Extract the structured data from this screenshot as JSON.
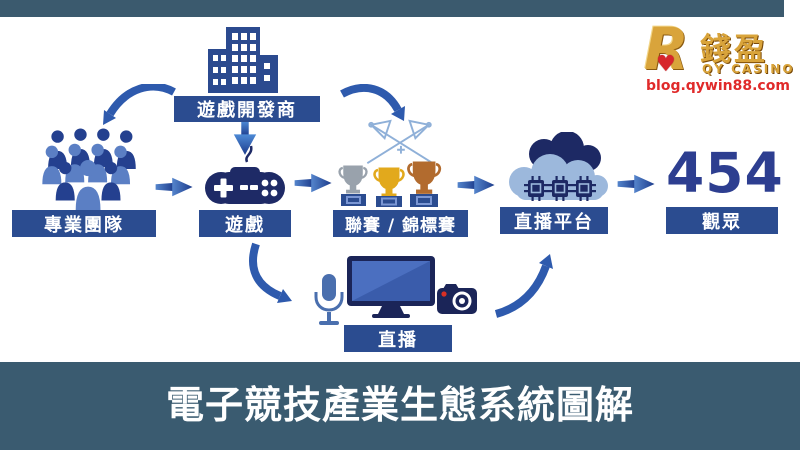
{
  "logo": {
    "monogram": "R",
    "heart": "♥",
    "brand": "錢盈",
    "casino": "QY CASINO",
    "site": "blog.qywin88.com"
  },
  "nodes": {
    "developer": {
      "label": "遊戲開發商",
      "icon": "office-building-icon"
    },
    "team": {
      "label": "專業團隊",
      "icon": "crowd-icon"
    },
    "game": {
      "label": "遊戲",
      "icon": "gamepad-icon"
    },
    "league": {
      "label": "聯賽 / 錦標賽",
      "icon": "trophies-icon"
    },
    "platform": {
      "label": "直播平台",
      "icon": "cloud-computing-icon"
    },
    "audience": {
      "label": "觀眾",
      "count": "454"
    },
    "broadcast": {
      "label": "直播",
      "icon": "mic-monitor-camera-icons"
    }
  },
  "footer_title": "電子競技產業生態系統圖解",
  "colors": {
    "bar_slate": "#3a5b70",
    "label_bg": "#2b4c90",
    "icon_navy": "#1e2a66",
    "icon_blue": "#2b4a8f",
    "cloud_light_blue": "#9cb8dc",
    "arrow_light": "#5585cc",
    "arrow_dark": "#1d3c8c",
    "gold": "#d9a43b",
    "silver": "#99a2ac",
    "bronze": "#b26b2e",
    "logo_red": "#d7262c",
    "count_blue": "#2d3e90"
  }
}
